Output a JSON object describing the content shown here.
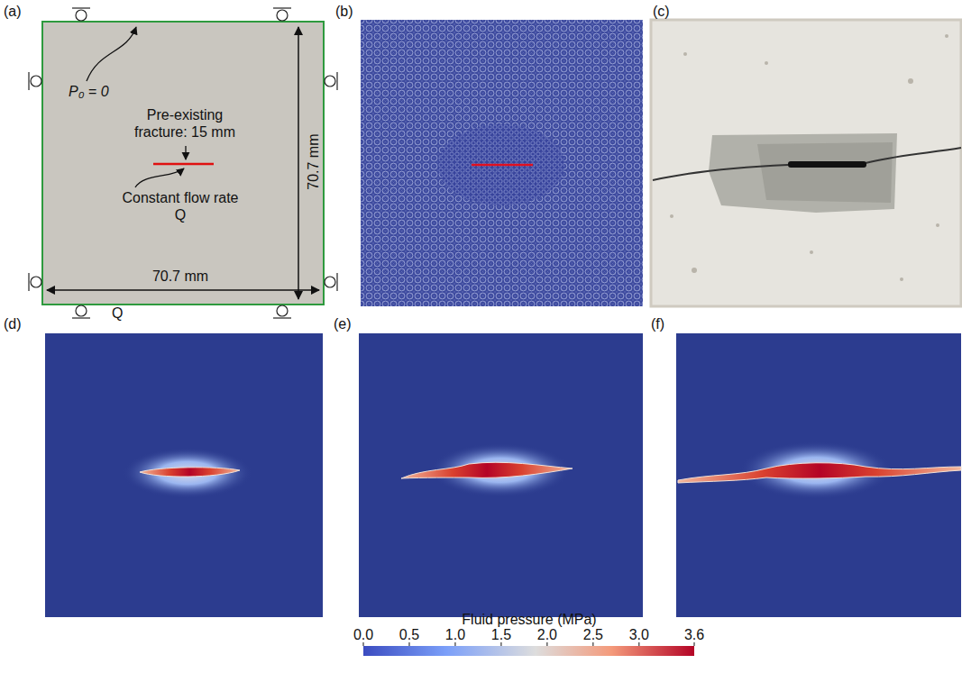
{
  "diagram": {
    "labels": [
      "(a)",
      "(b)",
      "(c)",
      "(d)",
      "(e)",
      "(f)",
      "P₀ = 0",
      "Pre-existing fracture: 15 mm",
      "Constant flow rate Q",
      "70.7 mm",
      "70.7 mm",
      "Q",
      "Fluid pressure (MPa)",
      "0.0",
      "0.5",
      "1.0",
      "1.5",
      "2.0",
      "2.5",
      "3.0",
      "3.6"
    ]
  }
}
